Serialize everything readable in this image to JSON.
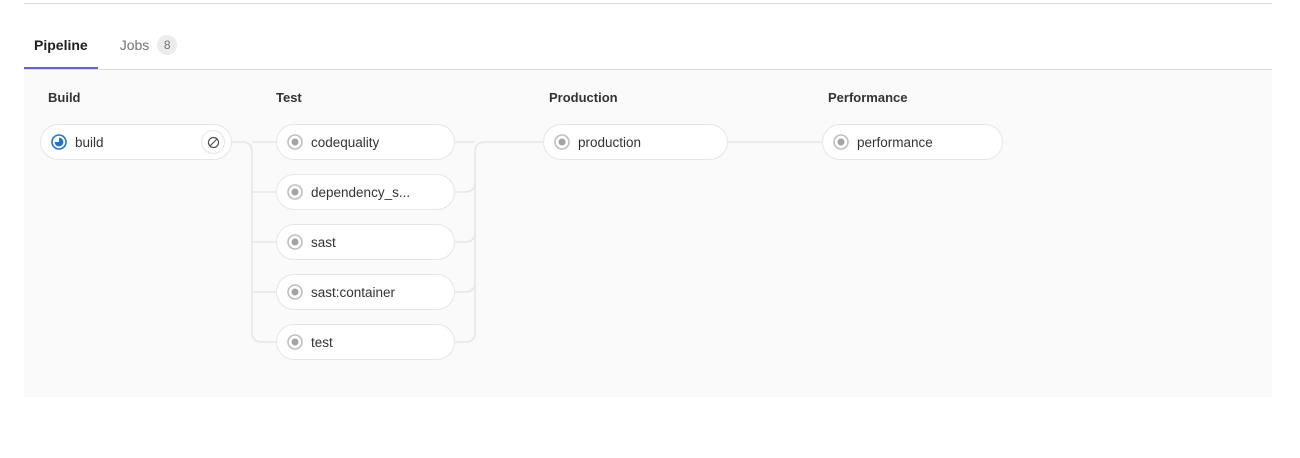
{
  "tabs": [
    {
      "label": "Pipeline",
      "active": true,
      "badge": null
    },
    {
      "label": "Jobs",
      "active": false,
      "badge": "8"
    }
  ],
  "colors": {
    "accent": "#6666c4",
    "panel_bg": "#fafafa",
    "border": "#e6e6e6",
    "running": "#1f75cb",
    "created": "#a4a3a8",
    "text": "#333238",
    "muted_text": "#737278"
  },
  "pipeline": {
    "stages": [
      {
        "name": "Build",
        "jobs": [
          {
            "name": "build",
            "status": "running",
            "status_icon": "status-running-icon",
            "action": "cancel",
            "action_icon": "cancel-icon"
          }
        ]
      },
      {
        "name": "Test",
        "jobs": [
          {
            "name": "codequality",
            "status": "created",
            "status_icon": "status-created-icon",
            "action": null,
            "action_icon": null
          },
          {
            "name": "dependency_s...",
            "status": "created",
            "status_icon": "status-created-icon",
            "action": null,
            "action_icon": null
          },
          {
            "name": "sast",
            "status": "created",
            "status_icon": "status-created-icon",
            "action": null,
            "action_icon": null
          },
          {
            "name": "sast:container",
            "status": "created",
            "status_icon": "status-created-icon",
            "action": null,
            "action_icon": null
          },
          {
            "name": "test",
            "status": "created",
            "status_icon": "status-created-icon",
            "action": null,
            "action_icon": null
          }
        ]
      },
      {
        "name": "Production",
        "jobs": [
          {
            "name": "production",
            "status": "created",
            "status_icon": "status-created-icon",
            "action": null,
            "action_icon": null
          }
        ]
      },
      {
        "name": "Performance",
        "jobs": [
          {
            "name": "performance",
            "status": "created",
            "status_icon": "status-created-icon",
            "action": null,
            "action_icon": null
          }
        ]
      }
    ]
  }
}
